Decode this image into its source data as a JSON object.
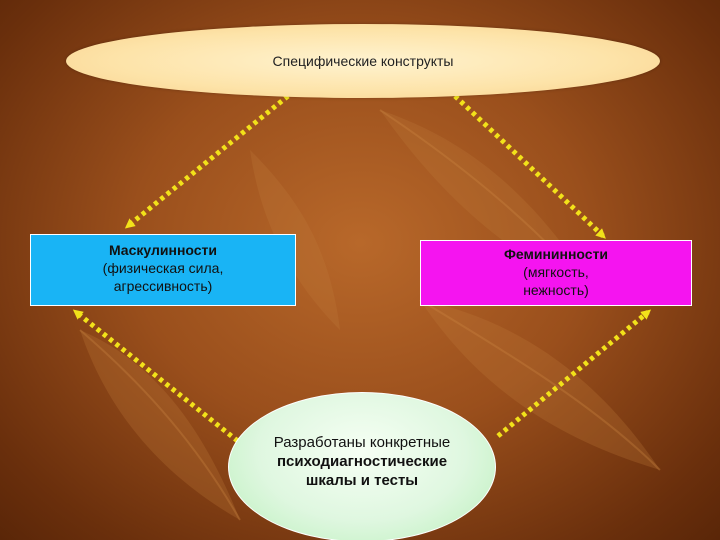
{
  "top": {
    "label": "Специфические конструкты"
  },
  "left_box": {
    "title": "Маскулинности",
    "line1": "(физическая сила,",
    "line2": "агрессивность)"
  },
  "right_box": {
    "title": "Фемининности",
    "line1": "(мягкость,",
    "line2": "нежность)"
  },
  "bottom": {
    "line1": "Разработаны конкретные",
    "line2": "психодиагностические",
    "line3": "шкалы и тесты"
  },
  "colors": {
    "left_box": "#19b4f5",
    "right_box": "#f514f0",
    "connector": "#f2e21a",
    "background": "#9a4f1c"
  }
}
